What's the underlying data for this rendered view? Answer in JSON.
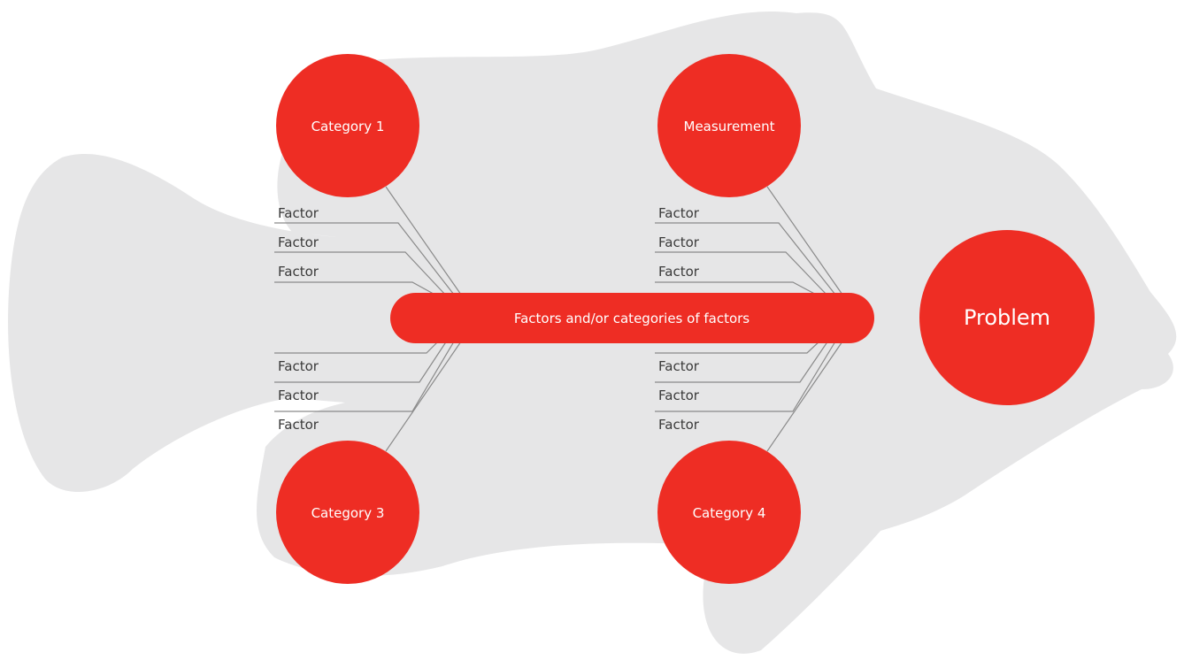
{
  "colors": {
    "fish_body": "#e6e6e7",
    "accent": "#ee2d24",
    "line": "#8a8a8a",
    "factor_text": "#3a3a3a",
    "node_text": "#ffffff"
  },
  "problem": {
    "label": "Problem"
  },
  "spine": {
    "label": "Factors and/or categories of factors"
  },
  "categories": [
    {
      "label": "Category 1"
    },
    {
      "label": "Measurement"
    },
    {
      "label": "Category 3"
    },
    {
      "label": "Category 4"
    }
  ],
  "factors": {
    "category_1": [
      "Factor",
      "Factor",
      "Factor"
    ],
    "measurement": [
      "Factor",
      "Factor",
      "Factor"
    ],
    "category_3": [
      "Factor",
      "Factor",
      "Factor"
    ],
    "category_4": [
      "Factor",
      "Factor",
      "Factor"
    ]
  }
}
